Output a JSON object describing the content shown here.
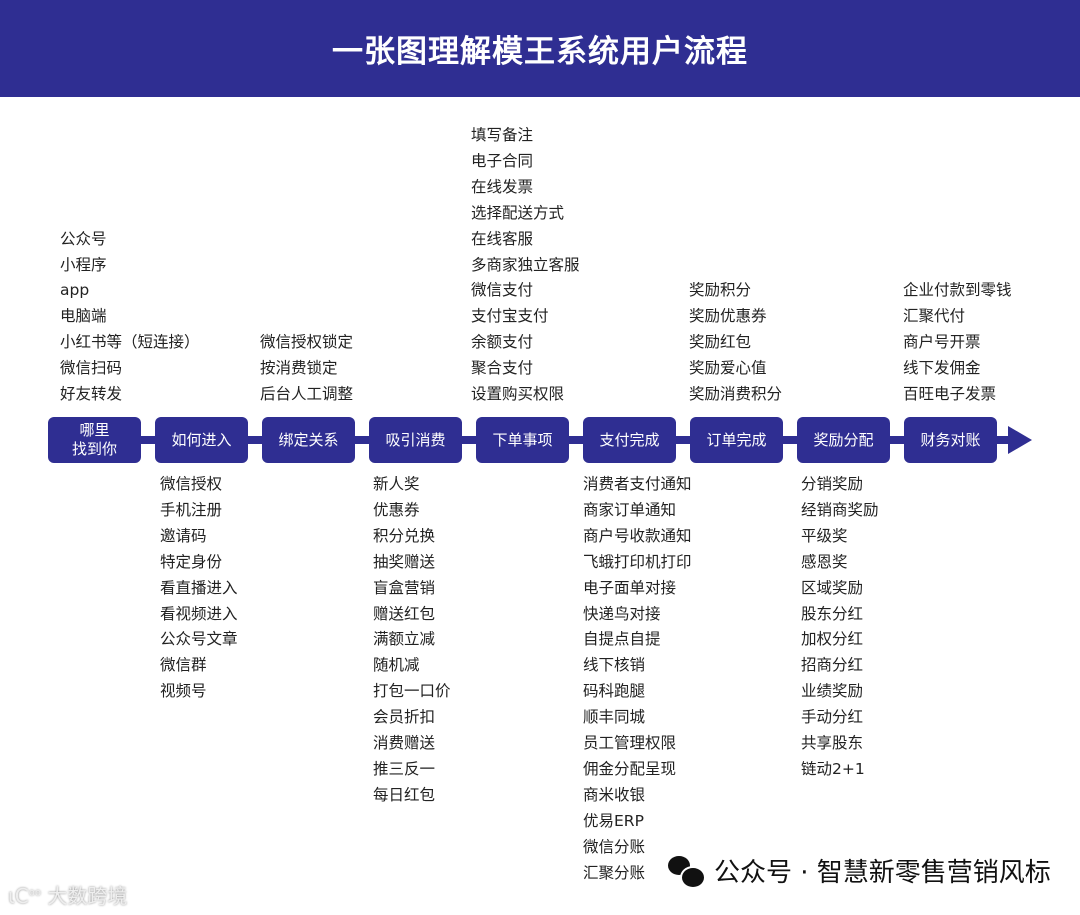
{
  "title": "一张图理解模王系统用户流程",
  "steps": [
    {
      "label": "哪里\n找到你",
      "position": "above",
      "items": [
        "公众号",
        "小程序",
        "app",
        "电脑端",
        "小红书等（短连接）",
        "微信扫码",
        "好友转发"
      ]
    },
    {
      "label": "如何进入",
      "position": "below",
      "items": [
        "微信授权",
        "手机注册",
        "邀请码",
        "特定身份",
        "看直播进入",
        "看视频进入",
        "公众号文章",
        "微信群",
        "视频号"
      ]
    },
    {
      "label": "绑定关系",
      "position": "above",
      "items": [
        "微信授权锁定",
        "按消费锁定",
        "后台人工调整"
      ]
    },
    {
      "label": "吸引消费",
      "position": "below",
      "items": [
        "新人奖",
        "优惠券",
        "积分兑换",
        "抽奖赠送",
        "盲盒营销",
        "赠送红包",
        "满额立减",
        "随机减",
        "打包一口价",
        "会员折扣",
        "消费赠送",
        "推三反一",
        "每日红包"
      ]
    },
    {
      "label": "下单事项",
      "position": "above",
      "items": [
        "填写备注",
        "电子合同",
        "在线发票",
        "选择配送方式",
        "在线客服",
        "多商家独立客服",
        "微信支付",
        "支付宝支付",
        "余额支付",
        "聚合支付",
        "设置购买权限"
      ]
    },
    {
      "label": "支付完成",
      "position": "below",
      "items": [
        "消费者支付通知",
        "商家订单通知",
        "商户号收款通知",
        "飞蛾打印机打印",
        "电子面单对接",
        "快递鸟对接",
        "自提点自提",
        "线下核销",
        "码科跑腿",
        "顺丰同城",
        "员工管理权限",
        "佣金分配呈现",
        "商米收银",
        "优易ERP",
        "微信分账",
        "汇聚分账"
      ]
    },
    {
      "label": "订单完成",
      "position": "above",
      "items": [
        "奖励积分",
        "奖励优惠券",
        "奖励红包",
        "奖励爱心值",
        "奖励消费积分"
      ]
    },
    {
      "label": "奖励分配",
      "position": "below",
      "items": [
        "分销奖励",
        "经销商奖励",
        "平级奖",
        "感恩奖",
        "区域奖励",
        "股东分红",
        "加权分红",
        "招商分红",
        "业绩奖励",
        "手动分红",
        "共享股东",
        "链动2+1"
      ]
    },
    {
      "label": "财务对账",
      "position": "above",
      "items": [
        "企业付款到零钱",
        "汇聚代付",
        "商户号开票",
        "线下发佣金",
        "百旺电子发票"
      ]
    }
  ],
  "watermark": "公众号 · 智慧新零售营销风标",
  "logo_text": "大数跨境",
  "colors": {
    "primary": "#2f2e92"
  }
}
